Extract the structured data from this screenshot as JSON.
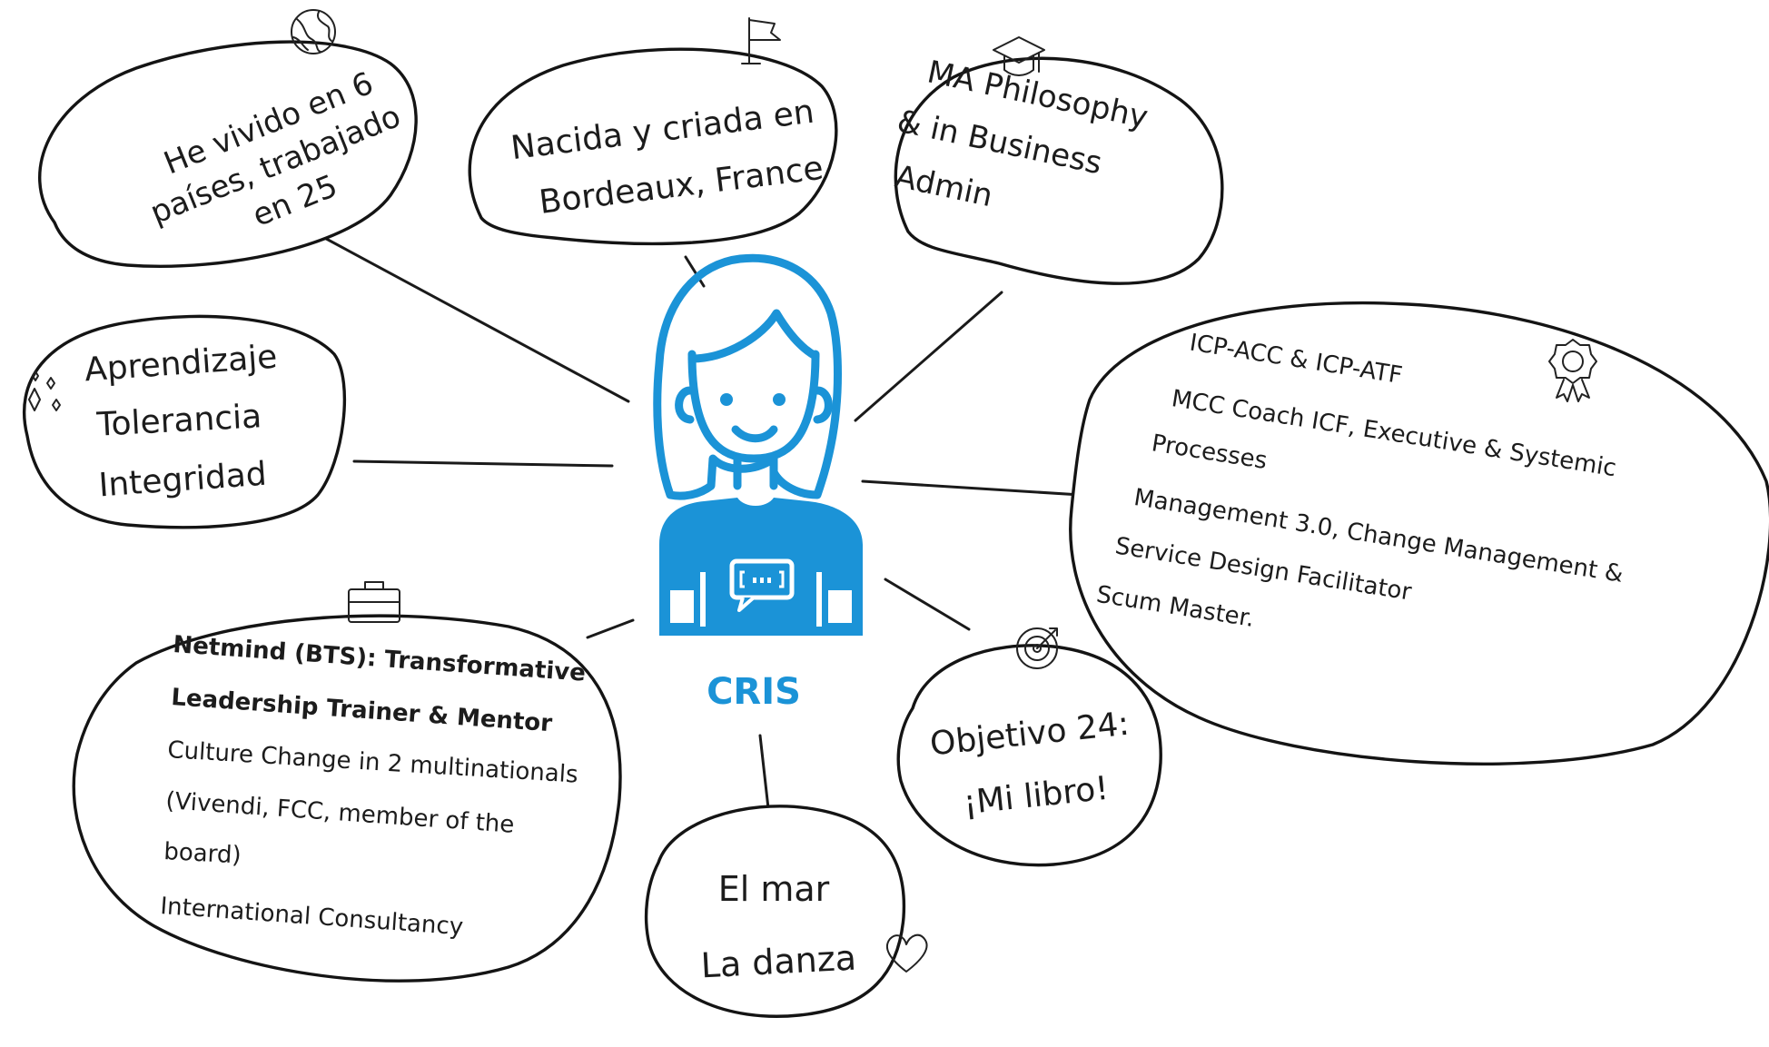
{
  "center": {
    "name": "CRIS",
    "color": "#1b93d7",
    "icon": "girl-avatar-icon"
  },
  "bubbles": {
    "countries": {
      "lines": [
        "He vivido en 6",
        "países, trabajado",
        "en 25"
      ],
      "icon": "globe-icon"
    },
    "birthplace": {
      "lines": [
        "Nacida y criada en",
        "Bordeaux, France"
      ],
      "icon": "flag-icon"
    },
    "education": {
      "lines": [
        "MA  Philosophy",
        "& in Business",
        "Admin"
      ],
      "icon": "graduation-cap-icon"
    },
    "values": {
      "lines": [
        "Aprendizaje",
        "Tolerancia",
        "Integridad"
      ],
      "icon": "sparkles-icon"
    },
    "certifications": {
      "lines": [
        "ICP-ACC & ICP-ATF",
        "MCC Coach ICF, Executive & Systemic",
        "Processes",
        "Management 3.0, Change Management &",
        "Service Design Facilitator",
        "Scum Master."
      ],
      "icon": "award-badge-icon"
    },
    "career": {
      "bold_lines": [
        "Netmind (BTS): Transformative",
        "Leadership Trainer & Mentor"
      ],
      "lines": [
        "Culture Change in 2 multinationals",
        "(Vivendi, FCC, member of the",
        "board)",
        "International Consultancy"
      ],
      "icon": "briefcase-icon"
    },
    "goal": {
      "lines": [
        "Objetivo 24:",
        "¡Mi libro!"
      ],
      "icon": "target-icon"
    },
    "passions": {
      "lines": [
        "El mar",
        "La danza"
      ],
      "icon": "heart-icon"
    }
  }
}
